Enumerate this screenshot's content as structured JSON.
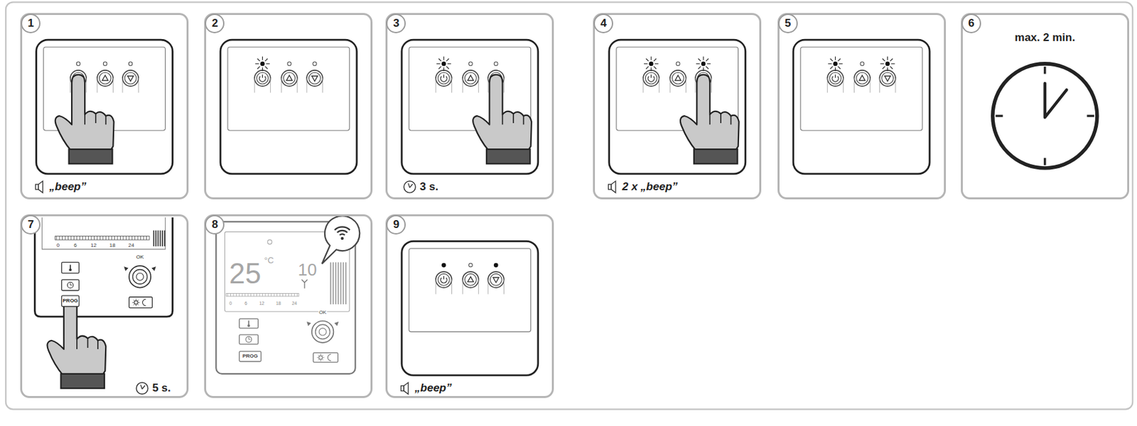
{
  "diagram": {
    "nodes": [
      {
        "text": [
          "1",
          "„beep”"
        ]
      },
      {
        "text": [
          "2"
        ]
      },
      {
        "text": [
          "3",
          "3 s."
        ]
      },
      {
        "text": [
          "4",
          "2 x „beep”"
        ]
      },
      {
        "text": [
          "5"
        ]
      },
      {
        "text": [
          "6",
          "max. 2 min."
        ]
      },
      {
        "text": [
          "7",
          "5 s."
        ]
      },
      {
        "text": [
          "8"
        ]
      },
      {
        "text": [
          "9",
          "„beep”"
        ]
      }
    ],
    "labels": [
      "0",
      "6",
      "12",
      "18",
      "24",
      "PROG",
      "OK",
      "25",
      "°C",
      "10",
      "0",
      "6",
      "12",
      "18",
      "24",
      "PROG",
      "OK"
    ]
  }
}
